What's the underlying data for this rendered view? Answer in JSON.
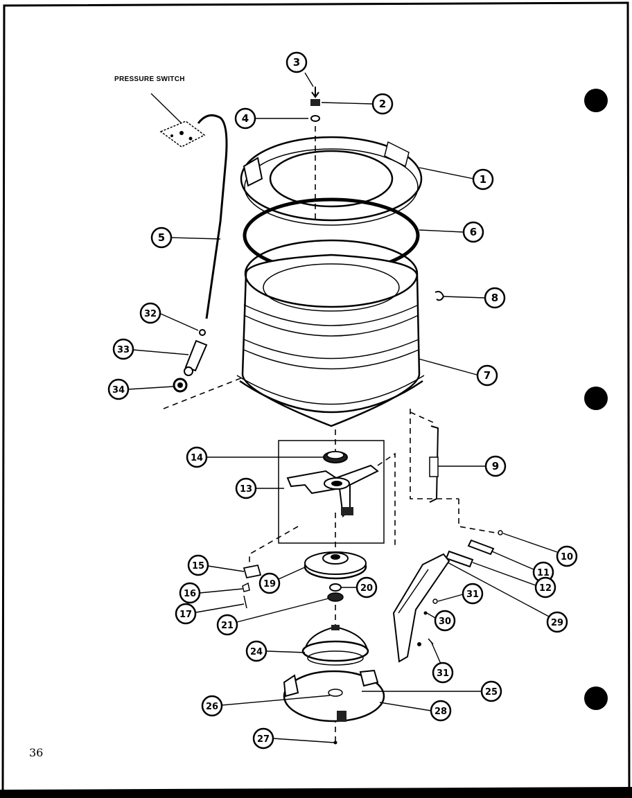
{
  "diagram": {
    "label_pressure_switch": "PRESSURE SWITCH",
    "page_number": "36",
    "callouts": [
      "1",
      "2",
      "3",
      "4",
      "5",
      "6",
      "7",
      "8",
      "9",
      "10",
      "11",
      "12",
      "13",
      "14",
      "15",
      "16",
      "17",
      "19",
      "20",
      "21",
      "24",
      "25",
      "26",
      "27",
      "28",
      "29",
      "30",
      "31",
      "32",
      "33",
      "34"
    ]
  }
}
